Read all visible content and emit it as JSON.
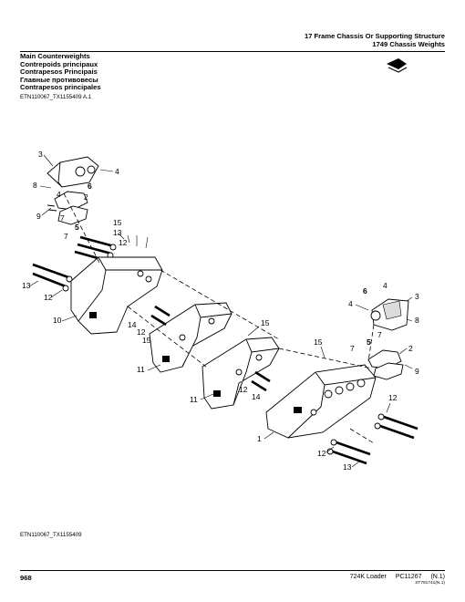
{
  "header": {
    "section": "17 Frame Chassis Or Supporting Structure",
    "group": "1749 Chassis Weights"
  },
  "titles": [
    "Main Counterweights",
    "Contrepoids principaux",
    "Contrapesos Principais",
    "Главные противовесы",
    "Contrapesos principales"
  ],
  "reference_top": "ETN110067_TX1155409 A.1",
  "reference_bottom": "ETN110067_TX1155409",
  "footer": {
    "page": "968",
    "model": "724K Loader",
    "catalog": "PC11267",
    "version": "(N.1)",
    "small_code": "ST791741(N.1)"
  },
  "icon": "book-icon",
  "callouts": [
    "1",
    "2",
    "3",
    "4",
    "5",
    "6",
    "7",
    "8",
    "9",
    "10",
    "11",
    "12",
    "13",
    "14",
    "15"
  ]
}
